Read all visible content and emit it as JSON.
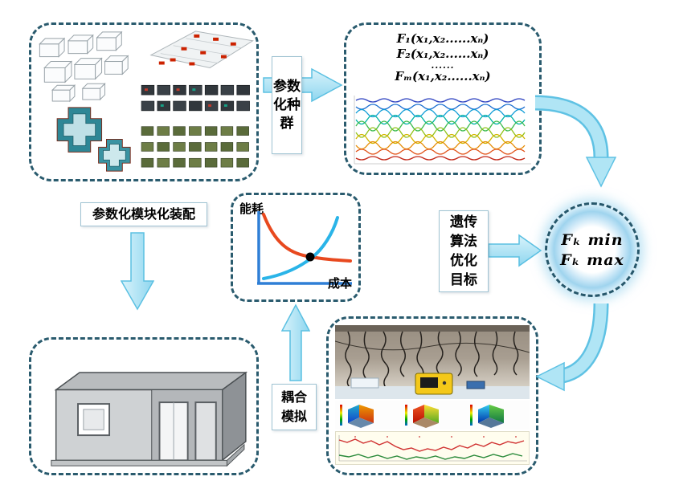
{
  "arrows": {
    "population_label": "参数化种群",
    "assembly_label": "参数化模块化装配",
    "ga_goal_label": "遗传算法优化目标",
    "coupling_label": "耦合模拟"
  },
  "objective_functions": {
    "line1": "F₁(x₁,x₂......xₙ)",
    "line2": "F₂(x₁,x₂......xₙ)",
    "dots": "......",
    "line3": "Fₘ(x₁,x₂......xₙ)"
  },
  "optimization_node": {
    "min": "Fₖ min",
    "max": "Fₖ max"
  },
  "tradeoff_chart": {
    "y_label": "能耗",
    "x_label": "成本"
  },
  "colors": {
    "dashed_border": "#2a5b6e",
    "arrow_fill_light": "#d9f3fb",
    "arrow_fill_dark": "#8ed6ef",
    "arrow_stroke": "#5bc0e2",
    "energy_curve": "#e8491f",
    "cost_curve": "#2ab4e8",
    "axis_blue": "#2f7fd6"
  }
}
